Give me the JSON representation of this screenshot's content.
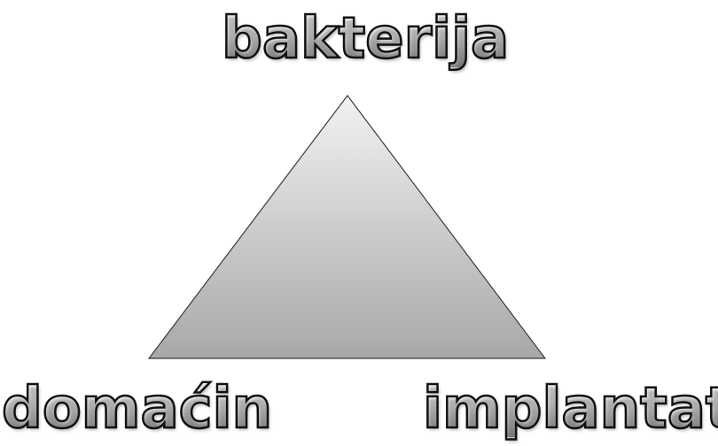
{
  "nodes": {
    "top": "bakterija",
    "bottom_left": "domaćin",
    "bottom_right": "implantat"
  },
  "colors": {
    "triangle_fill_top": "#f2f2f2",
    "triangle_fill_bottom": "#a8a8a8",
    "triangle_stroke": "#3a3a3a",
    "text_stroke": "#111111"
  }
}
